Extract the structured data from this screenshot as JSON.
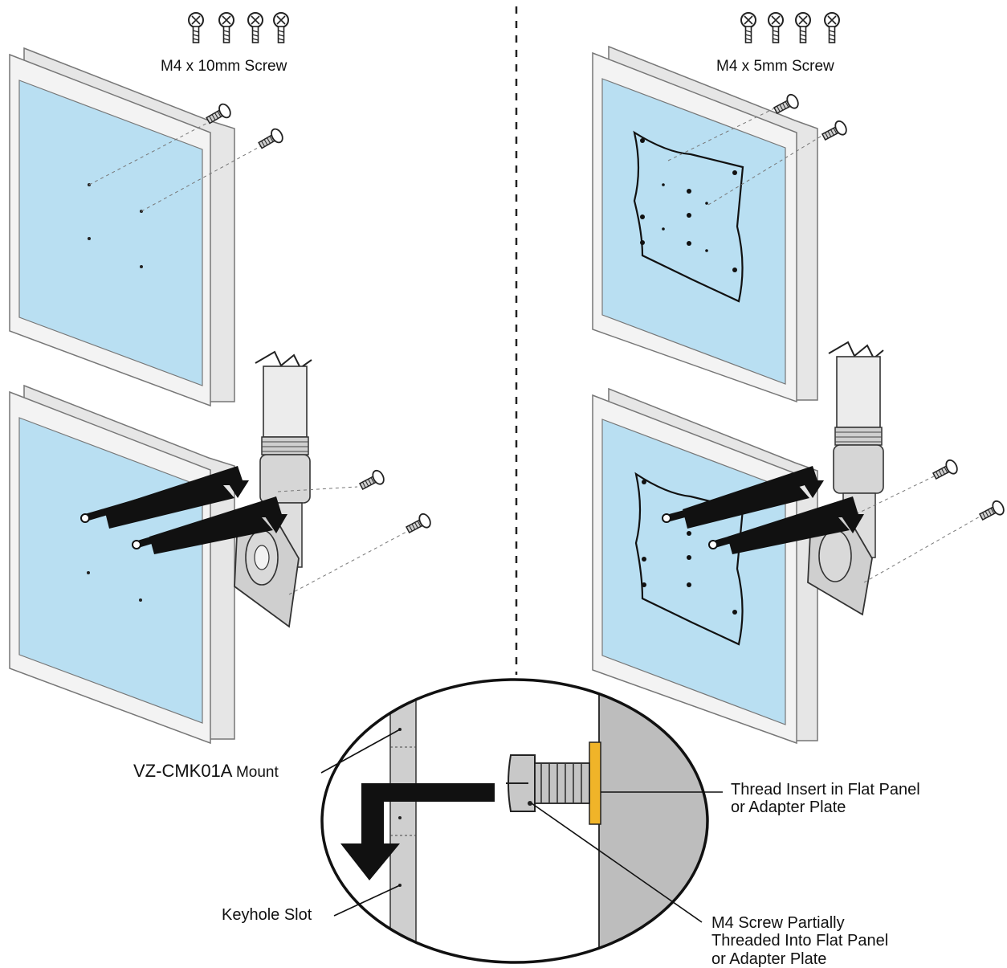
{
  "screw_left": "M4 x 10mm Screw",
  "screw_right": "M4 x 5mm Screw",
  "mount_label": {
    "model": "VZ-CMK01A",
    "word": "Mount"
  },
  "keyhole_label": "Keyhole Slot",
  "thread_insert_label": {
    "line1": "Thread Insert in Flat Panel",
    "line2": "or Adapter Plate"
  },
  "m4_partial_label": {
    "line1": "M4 Screw Partially",
    "line2": "Threaded Into Flat Panel",
    "line3": "or Adapter Plate"
  },
  "colors": {
    "screen": "#b9dff2",
    "bezel": "#f1f1f1",
    "outline": "#777777",
    "mount_metal": "#c9c9c9",
    "arrow": "#111111",
    "insert": "#f0b429",
    "detail_gray": "#bdbdbd"
  },
  "icons": [
    "screw-icon",
    "mount-arm",
    "down-arrow",
    "adapter-plate"
  ]
}
